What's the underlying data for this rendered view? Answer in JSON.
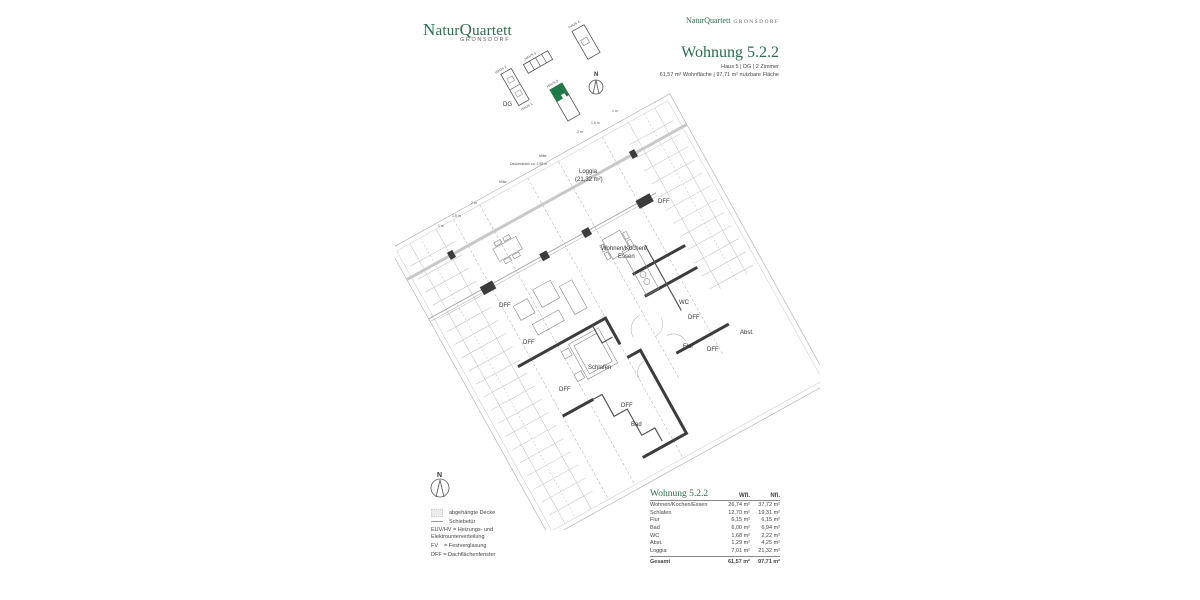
{
  "header": {
    "logo_name_a": "N",
    "logo_name_b": "atur",
    "logo_name_c": "Q",
    "logo_name_d": "uartett",
    "logo_sub": "GRONSDORF",
    "brand_right_name": "NaturQuartett",
    "brand_right_sub": "GRONSDORF"
  },
  "apartment": {
    "title": "Wohnung 5.2.2",
    "details_line1": "Haus 5 | DG | 2 Zimmer",
    "details_line2": "61,57 m² Wohnfläche | 97,71 m² nutzbare Fläche"
  },
  "site_plan": {
    "houses": [
      "HAUS 1",
      "HAUS 2",
      "HAUS 3",
      "HAUS 4",
      "HAUS 5"
    ],
    "floor": "DG",
    "north": "N",
    "highlight_color": "#1f7a45"
  },
  "floor_plan": {
    "rooms": {
      "loggia": "Loggia",
      "loggia_area": "(21,32 m²)",
      "living": "Wohnen/Kochen/",
      "living2": "Essen",
      "wc": "WC",
      "flur": "Flur",
      "abst": "Abst.",
      "schlafen": "Schlafen",
      "bad": "Bad",
      "dff": "DFF"
    },
    "dimension_labels": [
      "1 m",
      "1,5 m",
      "2 m",
      "Mitte",
      "Deckenknick ca. 2,58 m",
      "Mitte",
      "2 m",
      "1,5 m",
      "1 m"
    ],
    "small_labels": [
      "Schiebetür",
      "Schiebetür",
      "Schiebetür",
      "FV",
      "FV"
    ]
  },
  "legend": {
    "north": "N",
    "items": [
      {
        "symbol": "dotted-area",
        "label": "abgehängte Decke"
      },
      {
        "symbol": "line",
        "label": "Schiebetür"
      },
      {
        "symbol": "text",
        "label": "EUV/HV = Heizungs- und Elektrounterverteilung"
      },
      {
        "symbol": "text",
        "label": "FV    = Festverglasung"
      },
      {
        "symbol": "text",
        "label": "DFF = Dachflächenfenster"
      }
    ]
  },
  "area_table": {
    "title": "Wohnung 5.2.2",
    "col_wfl": "Wfl.",
    "col_nfl": "Nfl.",
    "rows": [
      {
        "name": "Wohnen/Kochen/Essen",
        "wfl": "26,74 m²",
        "nfl": "37,72 m²"
      },
      {
        "name": "Schlafen",
        "wfl": "12,70 m²",
        "nfl": "19,31 m²"
      },
      {
        "name": "Flur",
        "wfl": "6,15 m²",
        "nfl": "6,15 m²"
      },
      {
        "name": "Bad",
        "wfl": "6,00 m²",
        "nfl": "6,94 m²"
      },
      {
        "name": "WC",
        "wfl": "1,68 m²",
        "nfl": "2,22 m²"
      },
      {
        "name": "Abst.",
        "wfl": "1,29 m²",
        "nfl": "4,25 m²"
      },
      {
        "name": "Loggia",
        "wfl": "7,01 m²",
        "nfl": "21,32 m²"
      }
    ],
    "total": {
      "name": "Gesamt",
      "wfl": "61,57 m²",
      "nfl": "97,71 m²"
    }
  },
  "colors": {
    "brand_green": "#2e6b4f",
    "wall": "#3c3c3c",
    "line": "#9a9a9a"
  }
}
